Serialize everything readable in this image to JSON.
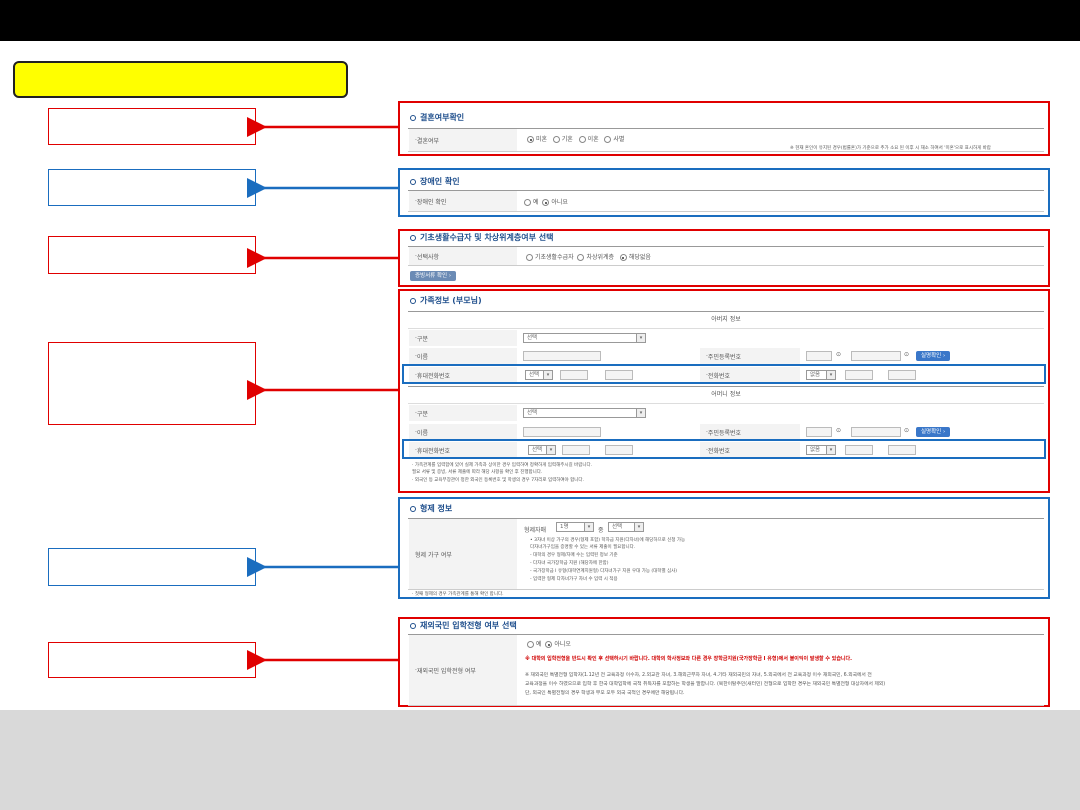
{
  "colors": {
    "red": "#e00000",
    "blue": "#1a6dbf",
    "yellow": "#ffff00"
  },
  "marriage": {
    "title": "결혼여부확인",
    "row_label": "결혼여부",
    "options": [
      "미혼",
      "기혼",
      "이혼",
      "사별"
    ],
    "selected": "미혼",
    "note": "※ 현재 혼인이 유지된 경우(법률혼)가 기준으로 추가 소요 된 이후 시 재소 하여서 '미혼'으로 표시하게 바랍"
  },
  "disability": {
    "title": "장애인 확인",
    "row_label": "장애인 확인",
    "options": [
      "예",
      "아니요"
    ],
    "selected": "아니요"
  },
  "basic_living": {
    "title": "기초생활수급자 및 차상위계층여부 선택",
    "row_label": "선택사항",
    "options": [
      "기초생활수급자",
      "차상위계층",
      "해당없음"
    ],
    "selected": "해당없음",
    "button": "증빙서류 확인"
  },
  "family": {
    "title": "가족정보 (부모님)",
    "father_head": "아버지 정보",
    "mother_head": "어머니 정보",
    "label_type": "구분",
    "label_name": "이름",
    "label_ssn": "주민등록번호",
    "label_mobile": "휴대전화번호",
    "label_phone": "전화번호",
    "select_default": "선택",
    "phone_default": "없음",
    "verify_button": "실명확인",
    "notes": [
      "· 가족관계를 입력함에 있어 실제 가족과 상이한 경우 입력하여 정확하게 입력해주시길 바랍니다.",
      "  필요 서류 및 증빙, 서류 제출에 따라 해당 사항을 확인 후 진행합니다.",
      "· 외국인 등 교육부장관이 정한 외국인 등록번호 및 학생의 경우 7자리로 입력하여야 합니다."
    ]
  },
  "sibling": {
    "title": "형제 정보",
    "row_label": "형제 가구 여부",
    "count_label": "형제자매",
    "count_value": "1명",
    "count_unit": "중",
    "select_default": "선택",
    "lines": [
      "• 3자녀 이상 가구의 경우(형제 포함) 학자금 지원(다자녀)에 해당하므로 신청 가능",
      "  다자녀가구임을 증명할 수 있는 서류 제출이 필요합니다.",
      "  - 대학의 경우 형제/자매 수는 입력된 정보 기준",
      "  - 다자녀 국가장학금 지원 (해당자에 한함)",
      "  - 국가장학금 I 유형(대학연계지원형) 다자녀가구 지원 우대 가능 (대학별 심사)",
      "  - 입력한 형제 다자녀가구 자녀 수 입력 시 적용"
    ],
    "footnote": "· 첫째 형제의 경우 가족관계를 통해 확인 합니다."
  },
  "overseas": {
    "title": "재외국민 입학전형 여부 선택",
    "row_label": "재외국민 입학전형 여부",
    "options": [
      "예",
      "아니오"
    ],
    "selected": "아니오",
    "warning": "※ 대학의 입학전형을 반드시 확인 후 선택하시기 바랍니다. 대학의 학사정보와 다른 경우 장학금지원(국가장학금 I 유형)에서 불이익이 발생할 수 있습니다.",
    "detail_1": "※ 재외국민 특별전형 입학자(1.12년 전 교육과정 이수자, 2.외교관 자녀, 3.해외근무자 자녀, 4.기타 재외국민의 자녀, 5.외국에서 전 교육과정 이수 재외국민, 6.외국에서 전",
    "detail_2": "교육과정을 이수 하였으므로 입학 후 한국 대학입학에 국적 취득자를 포함하는 학생을 말합니다. (북한이탈주민(새터민) 전형으로 입학한 경우는 재외국민 특별전형 대상자에서 제외)",
    "detail_3": "단, 외국인 특별전형의 경우 학생과 부모 모두 외국 국적인 경우에만 해당됩니다."
  }
}
